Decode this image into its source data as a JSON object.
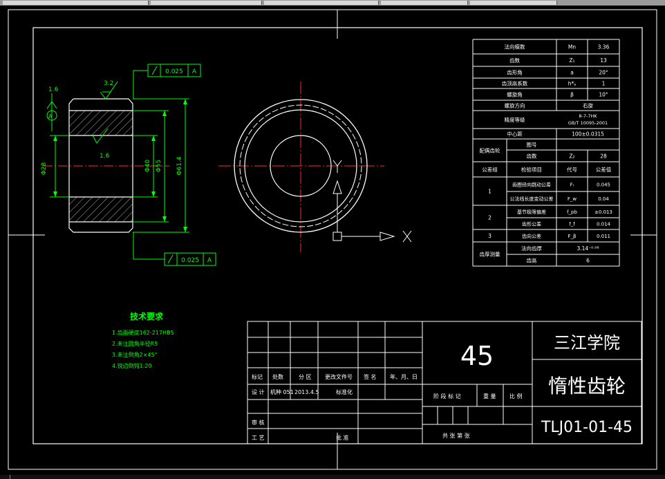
{
  "params": {
    "rows": [
      {
        "label": "法向模数",
        "symbol": "Mn",
        "value": "3.36"
      },
      {
        "label": "齿数",
        "symbol": "Z₁",
        "value": "13"
      },
      {
        "label": "齿形角",
        "symbol": "a",
        "value": "20°"
      },
      {
        "label": "齿顶高系数",
        "symbol": "h*ₐ",
        "value": "1"
      },
      {
        "label": "螺旋角",
        "symbol": "β",
        "value": "10°"
      },
      {
        "label": "螺旋方向",
        "span_value": "右旋"
      }
    ],
    "precision": {
      "label": "精度等级",
      "value1": "8-7-7HK",
      "value2": "GB/T 10095-2001"
    },
    "center": {
      "label": "中心距",
      "value": "100±0.0315"
    },
    "mate": {
      "group": "配偶齿轮",
      "row1": "图号",
      "row2": "齿数",
      "row2_sym": "Z₂",
      "row2_val": "28"
    },
    "check_header": {
      "col1": "公差组",
      "col2": "检验项目",
      "col3": "代号",
      "col4": "公差值"
    },
    "groups": [
      {
        "num": "1",
        "items": [
          {
            "name": "齿圈径向跳动公差",
            "sym": "Fᵣ",
            "val": "0.045"
          },
          {
            "name": "公法线长度变动公差",
            "sym": "F_w",
            "val": "0.04"
          }
        ]
      },
      {
        "num": "2",
        "items": [
          {
            "name": "基节极限偏差",
            "sym": "f_pb",
            "val": "±0.013"
          },
          {
            "name": "齿形公差",
            "sym": "f_f",
            "val": "0.014"
          }
        ]
      },
      {
        "num": "3",
        "items": [
          {
            "name": "齿向公差",
            "sym": "F_β",
            "val": "0.011"
          }
        ]
      }
    ],
    "thickness": {
      "group": "齿厚测量",
      "row1": "法向齿厚",
      "row1_val": "3.14⁻⁰·⁰⁸",
      "row2": "齿高",
      "row2_val": "6"
    }
  },
  "tech": {
    "title": "技术要求",
    "items": [
      "1.齿面硬度162-217HBS",
      "2.未注圆角半径R5",
      "3.未注倒角2×45°",
      "4.锐边倒钝1:20"
    ]
  },
  "drawing": {
    "gdt_top": {
      "value": "0.025",
      "datum": "A"
    },
    "gdt_bottom": {
      "value": "0.025",
      "datum": "A"
    },
    "rough1": "3.2",
    "rough2": "1.6",
    "rough3": "1.6",
    "dims": {
      "d_left": "Φ28",
      "d_inner": "Φ40",
      "d_mid": "Φ55",
      "d_outer": "Φ61.4"
    },
    "datum_marker": "A",
    "ucs_y": "Y",
    "ucs_x": "X"
  },
  "title_block": {
    "material": "45",
    "school": "三江学院",
    "part_name": "惰性齿轮",
    "drawing_no": "TLJ01-01-45",
    "labels": {
      "mark": "标记",
      "count": "处数",
      "zone": "分 区",
      "docno": "更改文件号",
      "sign": "签 名",
      "date": "年、月、日",
      "design": "设 计",
      "std": "标准化",
      "review": "审 核",
      "process": "工 艺",
      "approve": "批 准",
      "stage": "阶 段 标 记",
      "weight": "重 量",
      "scale": "比 例",
      "sheets": "共    张    第    张"
    },
    "designer": "机种 051",
    "design_date": "2013.4.5"
  }
}
